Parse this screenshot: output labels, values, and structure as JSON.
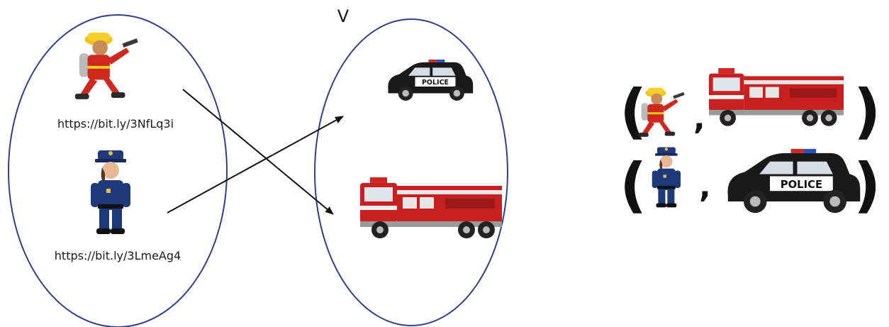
{
  "set_label": "V",
  "domain_items": [
    {
      "icon": "firefighter-icon",
      "url": "https://bit.ly/3NfLq3i"
    },
    {
      "icon": "police-officer-icon",
      "url": "https://bit.ly/3LmeAg4"
    }
  ],
  "codomain_items": [
    {
      "icon": "police-car-icon"
    },
    {
      "icon": "fire-truck-icon"
    }
  ],
  "pairs": [
    {
      "first": "firefighter-icon",
      "separator": ",",
      "second": "fire-truck-icon"
    },
    {
      "first": "police-officer-icon",
      "separator": ",",
      "second": "police-car-icon"
    }
  ],
  "colors": {
    "ellipse": "#2e3f8f",
    "arrow": "#111111",
    "fire_red": "#d0281e",
    "police_blue": "#1f3a7a"
  }
}
